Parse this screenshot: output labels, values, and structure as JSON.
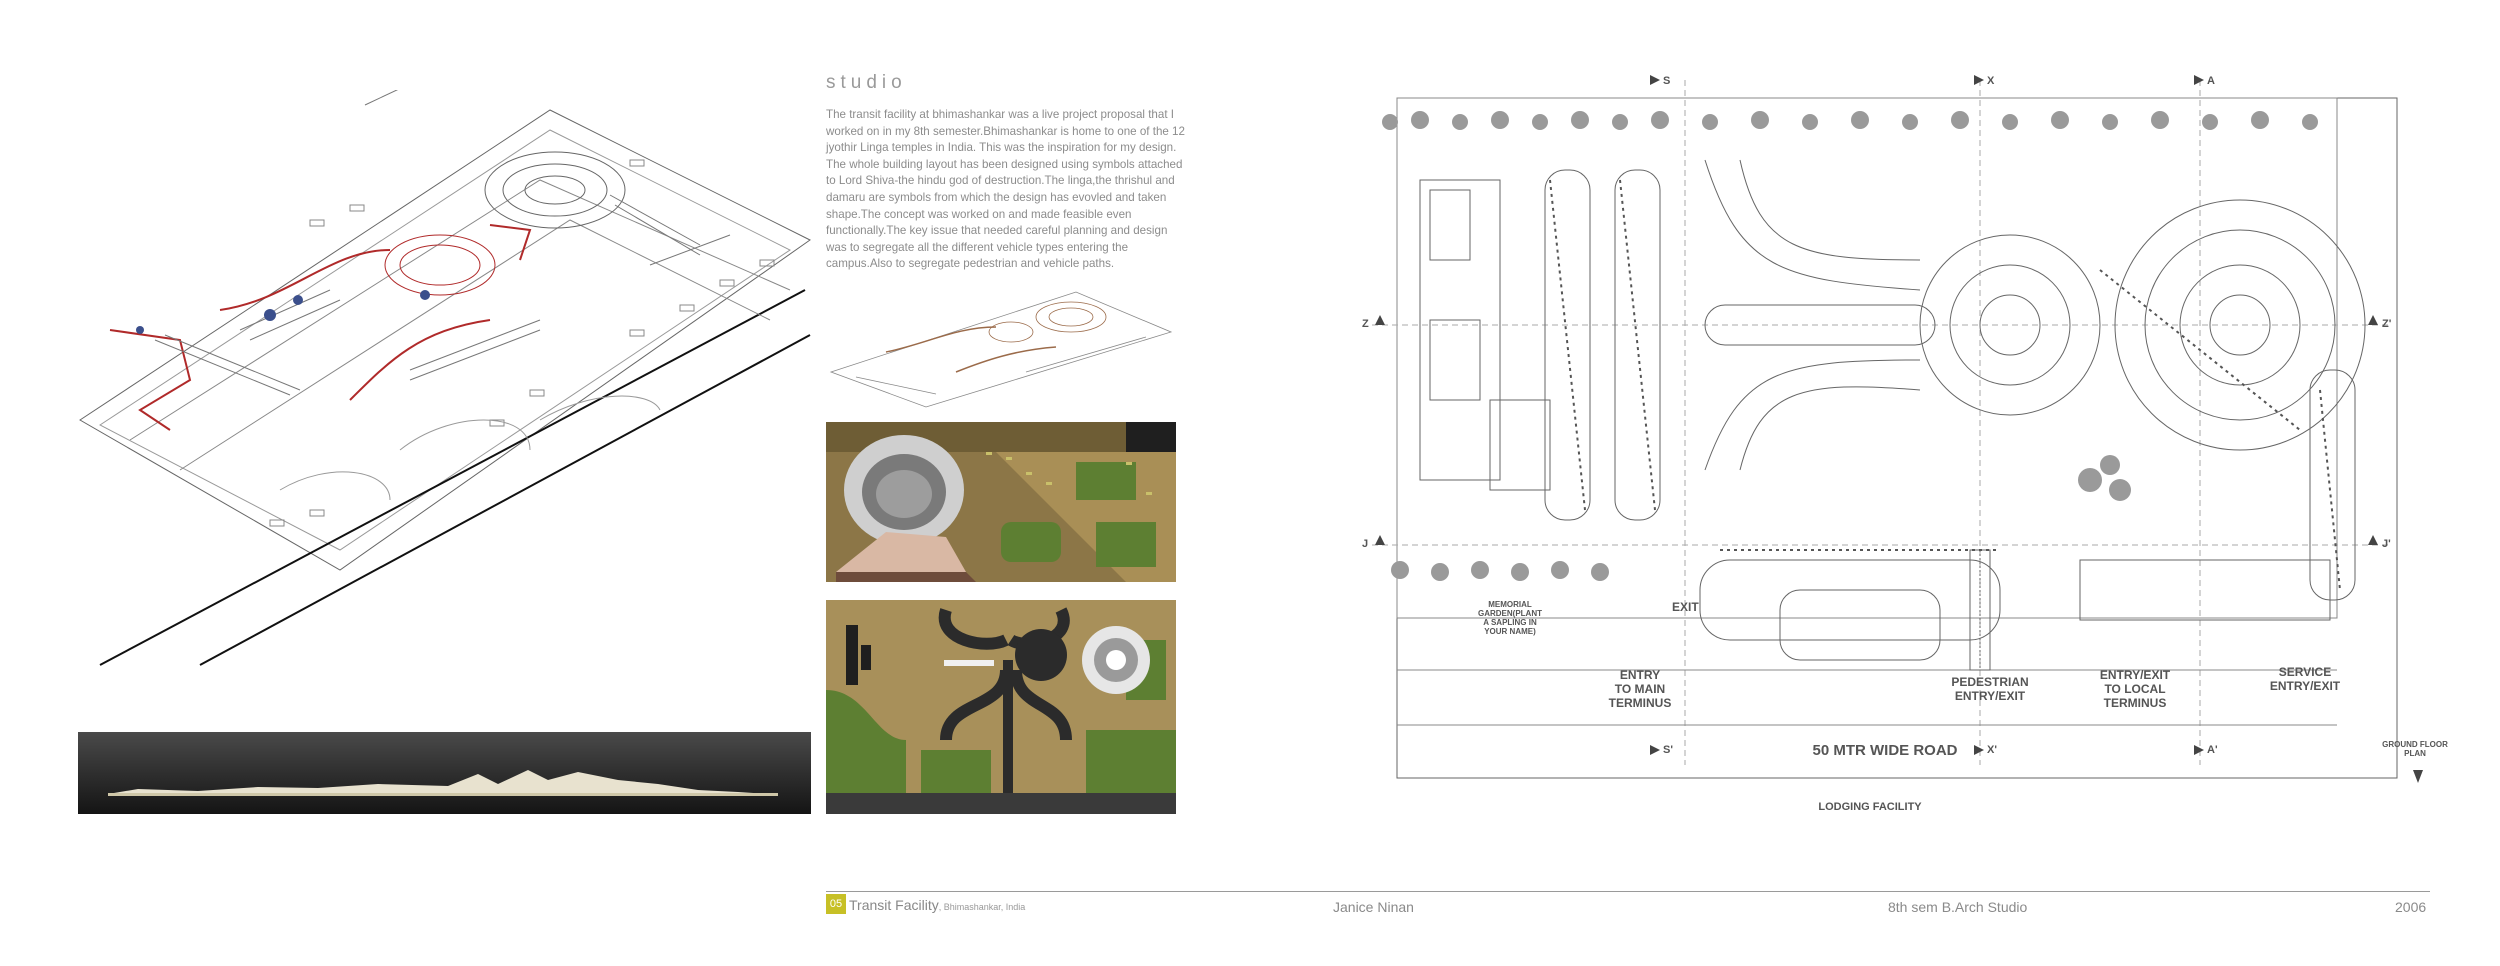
{
  "studio": {
    "title": "studio",
    "paragraph": "The transit facility at bhimashankar was a live project proposal that I worked on in my 8th semester.Bhimashankar is home to one of the 12 jyothir Linga temples in India. This was the inspiration for my design. The whole building layout has been designed using symbols attached to Lord Shiva-the hindu god of destruction.The linga,the thrishul and damaru are symbols from which the design has evovled and taken shape.The concept was worked on and made feasible even functionally.The key issue that needed careful planning and design was to segregate all the different vehicle types entering the campus.Also to segregate pedestrian and vehicle paths."
  },
  "plan": {
    "section_marks": [
      "S",
      "X",
      "A",
      "S'",
      "X'",
      "A'",
      "Z",
      "Z'",
      "J",
      "J'"
    ],
    "labels": {
      "exit": "EXIT",
      "entry_main": "ENTRY\nTO MAIN\nTERMINUS",
      "pedestrian": "PEDESTRIAN\nENTRY/EXIT",
      "entry_local": "ENTRY/EXIT\nTO LOCAL\nTERMINUS",
      "service": "SERVICE\nENTRY/EXIT",
      "memorial": "MEMORIAL\nGARDEN(PLANT\nA SAPLING IN\nYOUR NAME)",
      "road": "50 MTR WIDE ROAD",
      "lodging": "LODGING FACILITY",
      "title_block": "GROUND FLOOR\nPLAN"
    }
  },
  "footer": {
    "number": "05",
    "title": "Transit Facility",
    "location": ", Bhimashankar, India",
    "author": "Janice Ninan",
    "course": "8th sem B.Arch Studio",
    "year": "2006"
  },
  "colors": {
    "accent": "#c7c026",
    "line": "#555555",
    "red_path": "#b02a2a",
    "render_ground": "#9e8a55",
    "render_green": "#5d7f32"
  }
}
